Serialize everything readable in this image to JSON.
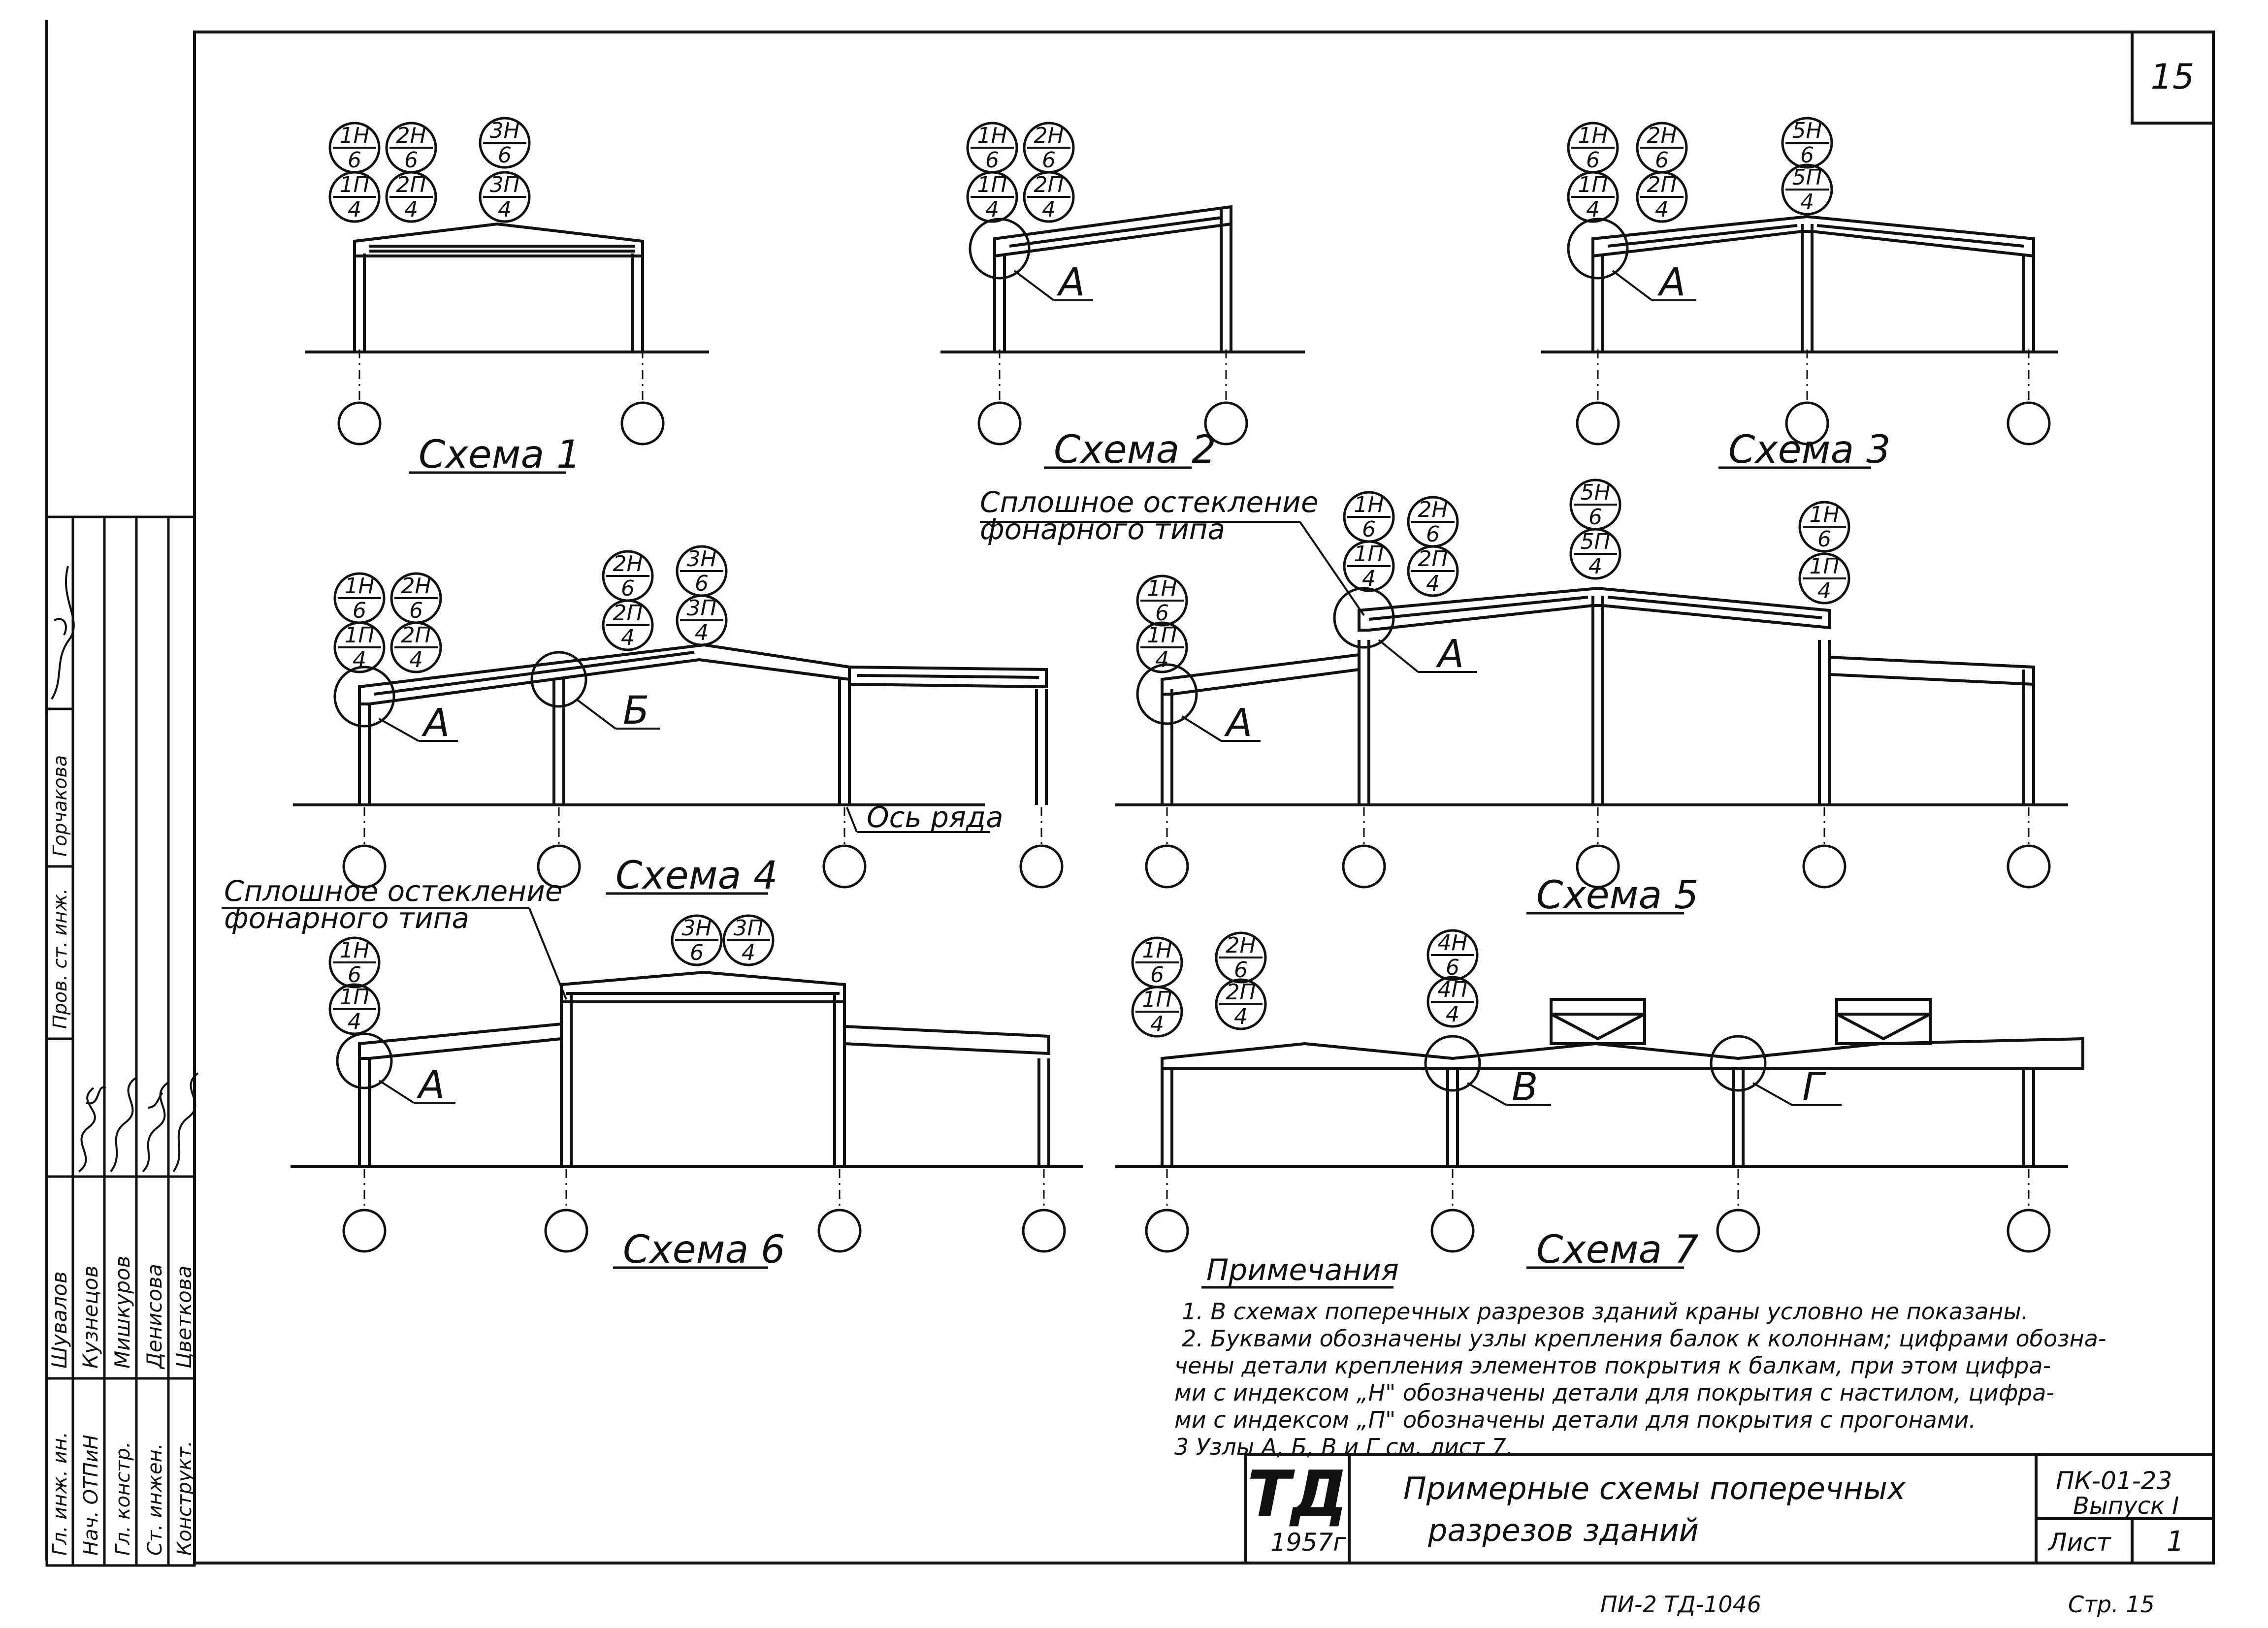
{
  "sheet": {
    "page_number": "15",
    "bottom_code": "ПИ-2 ТД-1046",
    "bottom_page": "Стр. 15"
  },
  "schemes": {
    "s1": "Схема 1",
    "s2": "Схема 2",
    "s3": "Схема 3",
    "s4": "Схема 4",
    "s5": "Схема 5",
    "s6": "Схема 6",
    "s7": "Схема 7"
  },
  "labels": {
    "glazing_line1": "Сплошное остекление",
    "glazing_line2": "фонарного типа",
    "row_axis": "Ось ряда",
    "node_a": "А",
    "node_b": "Б",
    "node_v": "В",
    "node_g": "Г"
  },
  "badges": {
    "1n": [
      "1Н",
      "6"
    ],
    "2n": [
      "2Н",
      "6"
    ],
    "3n": [
      "3Н",
      "6"
    ],
    "4n": [
      "4Н",
      "6"
    ],
    "5n": [
      "5Н",
      "6"
    ],
    "1p": [
      "1П",
      "4"
    ],
    "2p": [
      "2П",
      "4"
    ],
    "3p": [
      "3П",
      "4"
    ],
    "4p": [
      "4П",
      "4"
    ],
    "5p": [
      "5П",
      "4"
    ]
  },
  "notes": {
    "heading": "Примечания",
    "lines": [
      "1. В схемах поперечных разрезов зданий краны условно не показаны.",
      "2. Буквами обозначены узлы крепления балок к колоннам; цифрами обозна-",
      "чены детали крепления элементов покрытия к балкам, при этом цифра-",
      "ми с индексом „Н\" обозначены детали для покрытия с настилом, цифра-",
      "ми с индексом „П\" обозначены детали для покрытия с прогонами.",
      "3 Узлы А, Б, В и Г см. лист 7."
    ]
  },
  "title_block": {
    "logo": "ТД",
    "year": "1957г",
    "title_line1": "Примерные схемы поперечных",
    "title_line2": "разрезов зданий",
    "code_line1": "ПК-01-23",
    "code_line2": "Выпуск I",
    "sheet_label": "Лист",
    "sheet_number": "1"
  },
  "approval": {
    "roles": [
      "Гл. инж. ин.",
      "Нач. ОТПиН",
      "Гл. констр.",
      "Ст. инжен.",
      "Конструкт."
    ],
    "names": [
      "Шувалов",
      "Кузнецов",
      "Мишкуров",
      "Денисова",
      "Цветкова"
    ],
    "check_role": "Пров. ст. инж.",
    "check_name": "Горчакова"
  }
}
